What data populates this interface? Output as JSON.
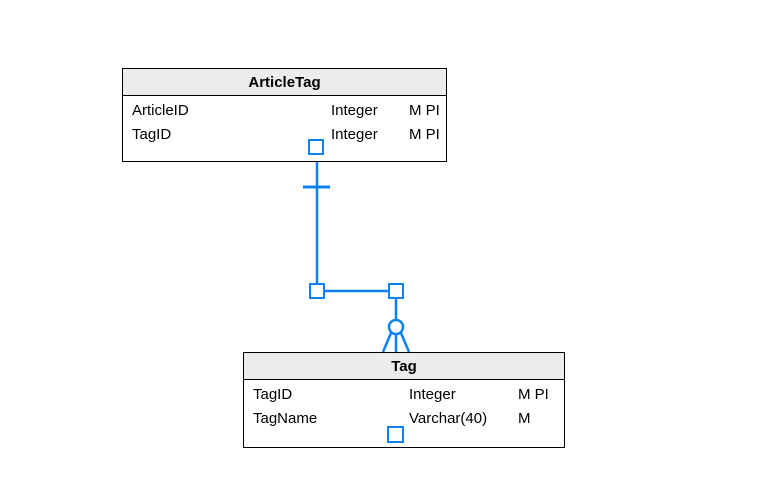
{
  "diagram": {
    "tables": [
      {
        "title": "ArticleTag",
        "columns": [
          {
            "name": "ArticleID",
            "type": "Integer",
            "flags": "M PI"
          },
          {
            "name": "TagID",
            "type": "Integer",
            "flags": "M PI"
          }
        ]
      },
      {
        "title": "Tag",
        "columns": [
          {
            "name": "TagID",
            "type": "Integer",
            "flags": "M PI"
          },
          {
            "name": "TagName",
            "type": "Varchar(40)",
            "flags": "M"
          }
        ]
      }
    ],
    "relationship": {
      "from_table": "ArticleTag",
      "to_table": "Tag",
      "from_cardinality": "one",
      "to_cardinality": "zero-or-many",
      "selected": true
    },
    "colors": {
      "selection_blue": "#0d80f2",
      "header_fill": "#ececec",
      "table_border": "#000000",
      "background": "#ffffff"
    }
  }
}
